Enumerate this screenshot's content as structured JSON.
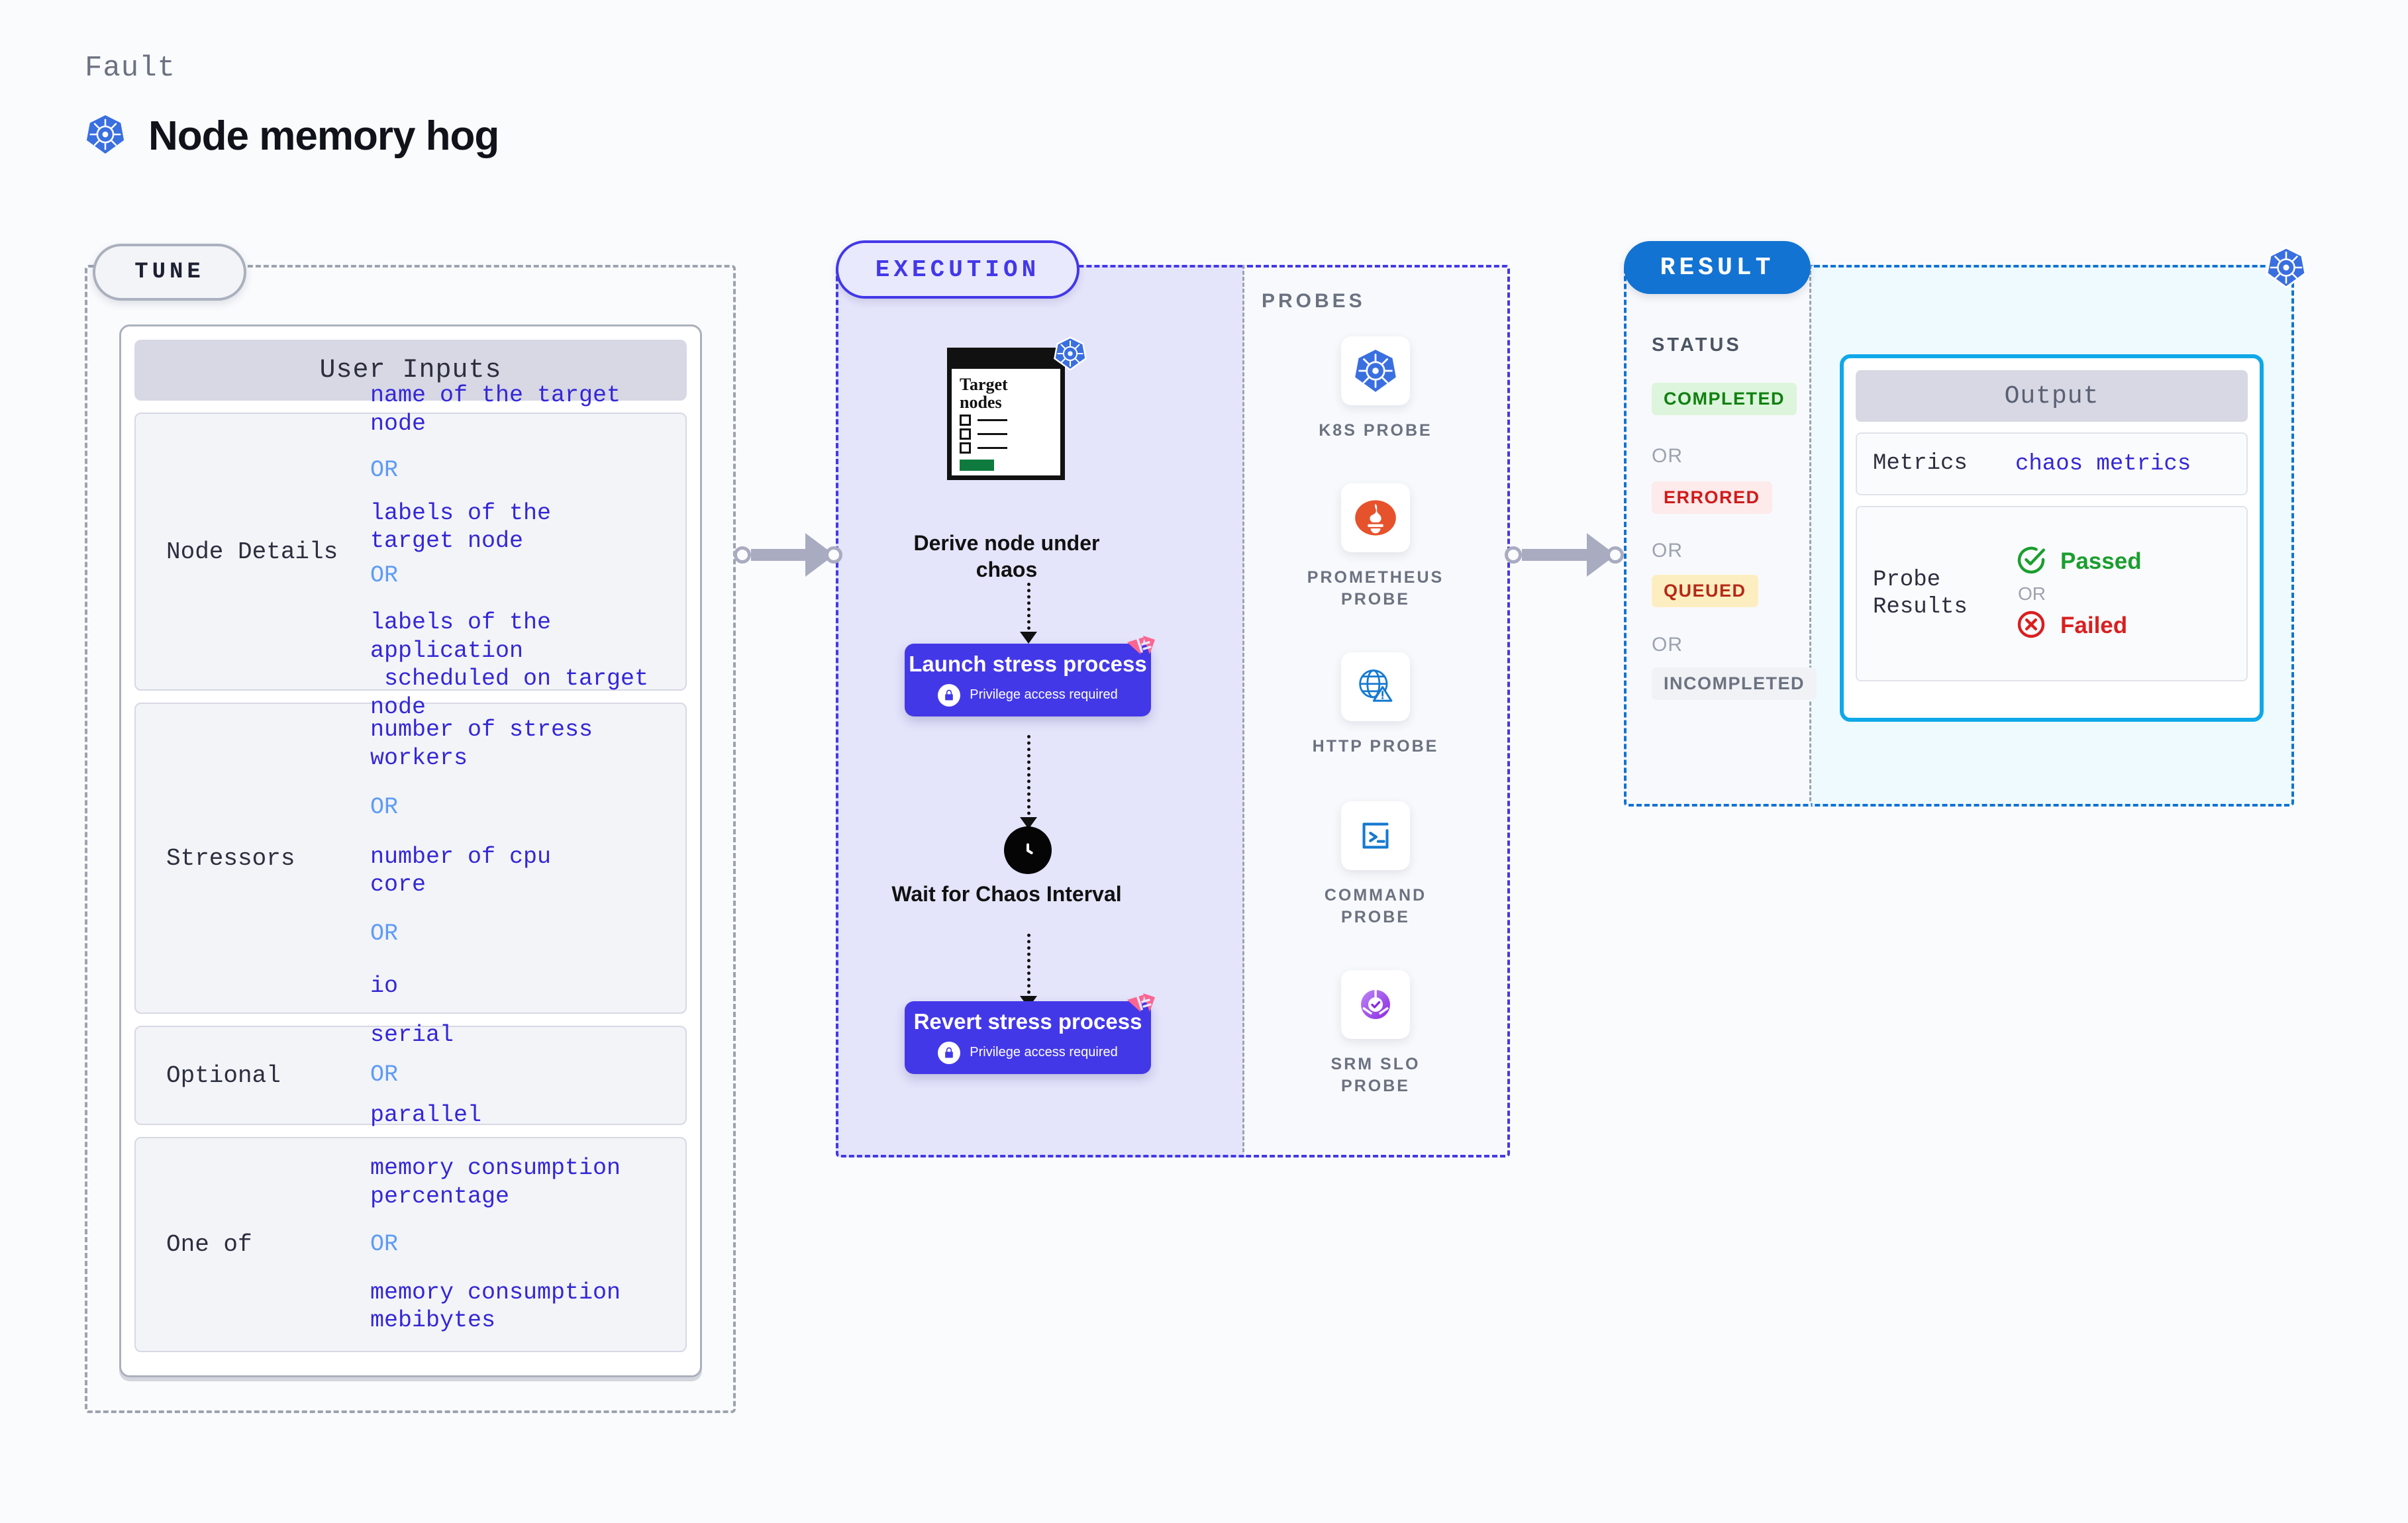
{
  "header": {
    "kicker": "Fault",
    "title": "Node memory hog",
    "icon": "kubernetes-icon"
  },
  "tune": {
    "pill_label": "TUNE",
    "card_title": "User Inputs",
    "rows": [
      {
        "label": "Node Details",
        "values": [
          "name of the target node",
          "labels of the target node",
          "labels of the application\n scheduled on target node"
        ],
        "separator": "OR"
      },
      {
        "label": "Stressors",
        "values": [
          "number of stress workers",
          "number of cpu core",
          "io"
        ],
        "separator": "OR"
      },
      {
        "label": "Optional",
        "values": [
          "serial",
          "parallel"
        ],
        "separator": "OR"
      },
      {
        "label": "One of",
        "values": [
          "memory consumption percentage",
          "memory consumption mebibytes"
        ],
        "separator": "OR"
      }
    ]
  },
  "execution": {
    "pill_label": "EXECUTION",
    "target_card": {
      "title": "Target nodes",
      "badge_icon": "kubernetes-icon"
    },
    "steps": [
      {
        "caption": "Derive node under chaos"
      },
      {
        "title": "Launch stress process",
        "sub": "Privilege access required",
        "lock_icon": "lock-icon",
        "badge_icon": "harness-icon"
      },
      {
        "caption": "Wait for Chaos Interval",
        "icon": "clock-icon"
      },
      {
        "title": "Revert stress process",
        "sub": "Privilege access required",
        "lock_icon": "lock-icon",
        "badge_icon": "harness-icon"
      }
    ]
  },
  "probes": {
    "title": "PROBES",
    "items": [
      {
        "label": "K8S PROBE",
        "icon": "kubernetes-icon"
      },
      {
        "label": "PROMETHEUS PROBE",
        "icon": "prometheus-icon"
      },
      {
        "label": "HTTP PROBE",
        "icon": "globe-warning-icon"
      },
      {
        "label": "COMMAND PROBE",
        "icon": "terminal-icon"
      },
      {
        "label": "SRM SLO PROBE",
        "icon": "slo-gauge-icon"
      }
    ]
  },
  "result": {
    "pill_label": "RESULT",
    "status_title": "STATUS",
    "separator": "OR",
    "statuses": [
      {
        "label": "COMPLETED",
        "bg": "#dcf5dc",
        "fg": "#108010"
      },
      {
        "label": "ERRORED",
        "bg": "#fdeaea",
        "fg": "#cf1b1b"
      },
      {
        "label": "QUEUED",
        "bg": "#fdeec2",
        "fg": "#b52a16"
      },
      {
        "label": "INCOMPLETED",
        "bg": "#f1f2f6",
        "fg": "#6b7280"
      }
    ]
  },
  "output": {
    "card_title": "Output",
    "corner_icon": "kubernetes-icon",
    "rows": [
      {
        "label": "Metrics",
        "value": "chaos metrics"
      },
      {
        "label": "Probe Results",
        "separator": "OR",
        "outcomes": [
          {
            "text": "Passed",
            "color": "#1a9e2e",
            "icon": "check-circle-icon"
          },
          {
            "text": "Failed",
            "color": "#d91f1f",
            "icon": "x-circle-icon"
          }
        ]
      }
    ]
  },
  "colors": {
    "page_bg": "#fafbfd",
    "execution_bg": "#e4e4fb",
    "execution_border": "#4338e8",
    "probes_bg": "#f8f9fc",
    "result_border": "#1273d3",
    "result_pill_bg": "#1273d3",
    "output_bg": "#eefaff",
    "output_card_border": "#0fa8e8",
    "process_box": "#4338e8",
    "value_text": "#3427d6",
    "or_text": "#5e9cf5",
    "tune_border": "#9ca3af",
    "connector": "#a9acc0"
  }
}
